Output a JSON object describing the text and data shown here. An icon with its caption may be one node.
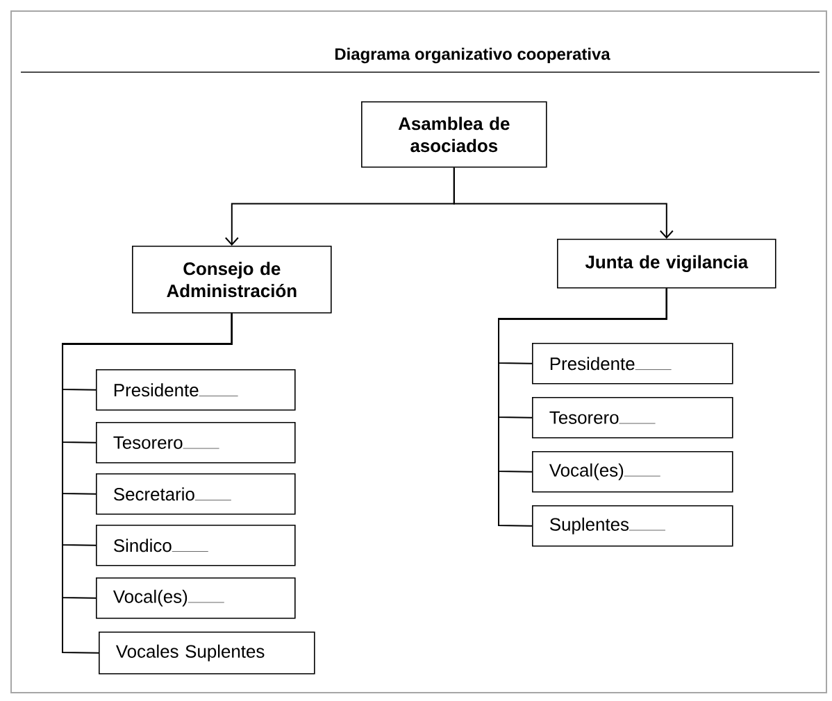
{
  "diagram": {
    "title": "Diagrama organizativo cooperativa",
    "nodes": [
      {
        "text": [
          "Asamblea  de asociados"
        ]
      },
      {
        "text": [
          "Consejo de Administración"
        ]
      },
      {
        "text": [
          "Junta de vigilancia"
        ]
      },
      {
        "text": [
          "Presidente"
        ]
      },
      {
        "text": [
          "Tesorero"
        ]
      },
      {
        "text": [
          "Secretario"
        ]
      },
      {
        "text": [
          "Sindico"
        ]
      },
      {
        "text": [
          "Vocal(es)"
        ]
      },
      {
        "text": [
          "Vocales Suplentes"
        ]
      },
      {
        "text": [
          "Presidente"
        ]
      },
      {
        "text": [
          "Tesorero"
        ]
      },
      {
        "text": [
          "Vocal(es)"
        ]
      },
      {
        "text": [
          "Suplentes"
        ]
      }
    ],
    "edges": [
      {
        "from": 0,
        "to": 1,
        "arrow": "to"
      },
      {
        "from": 0,
        "to": 2,
        "arrow": "to"
      },
      {
        "from": 1,
        "to": 3,
        "arrow": "none"
      },
      {
        "from": 1,
        "to": 4,
        "arrow": "none"
      },
      {
        "from": 1,
        "to": 5,
        "arrow": "none"
      },
      {
        "from": 1,
        "to": 6,
        "arrow": "none"
      },
      {
        "from": 1,
        "to": 7,
        "arrow": "none"
      },
      {
        "from": 1,
        "to": 8,
        "arrow": "none"
      },
      {
        "from": 2,
        "to": 9,
        "arrow": "none"
      },
      {
        "from": 2,
        "to": 10,
        "arrow": "none"
      },
      {
        "from": 2,
        "to": 11,
        "arrow": "none"
      },
      {
        "from": 2,
        "to": 12,
        "arrow": "none"
      }
    ]
  }
}
